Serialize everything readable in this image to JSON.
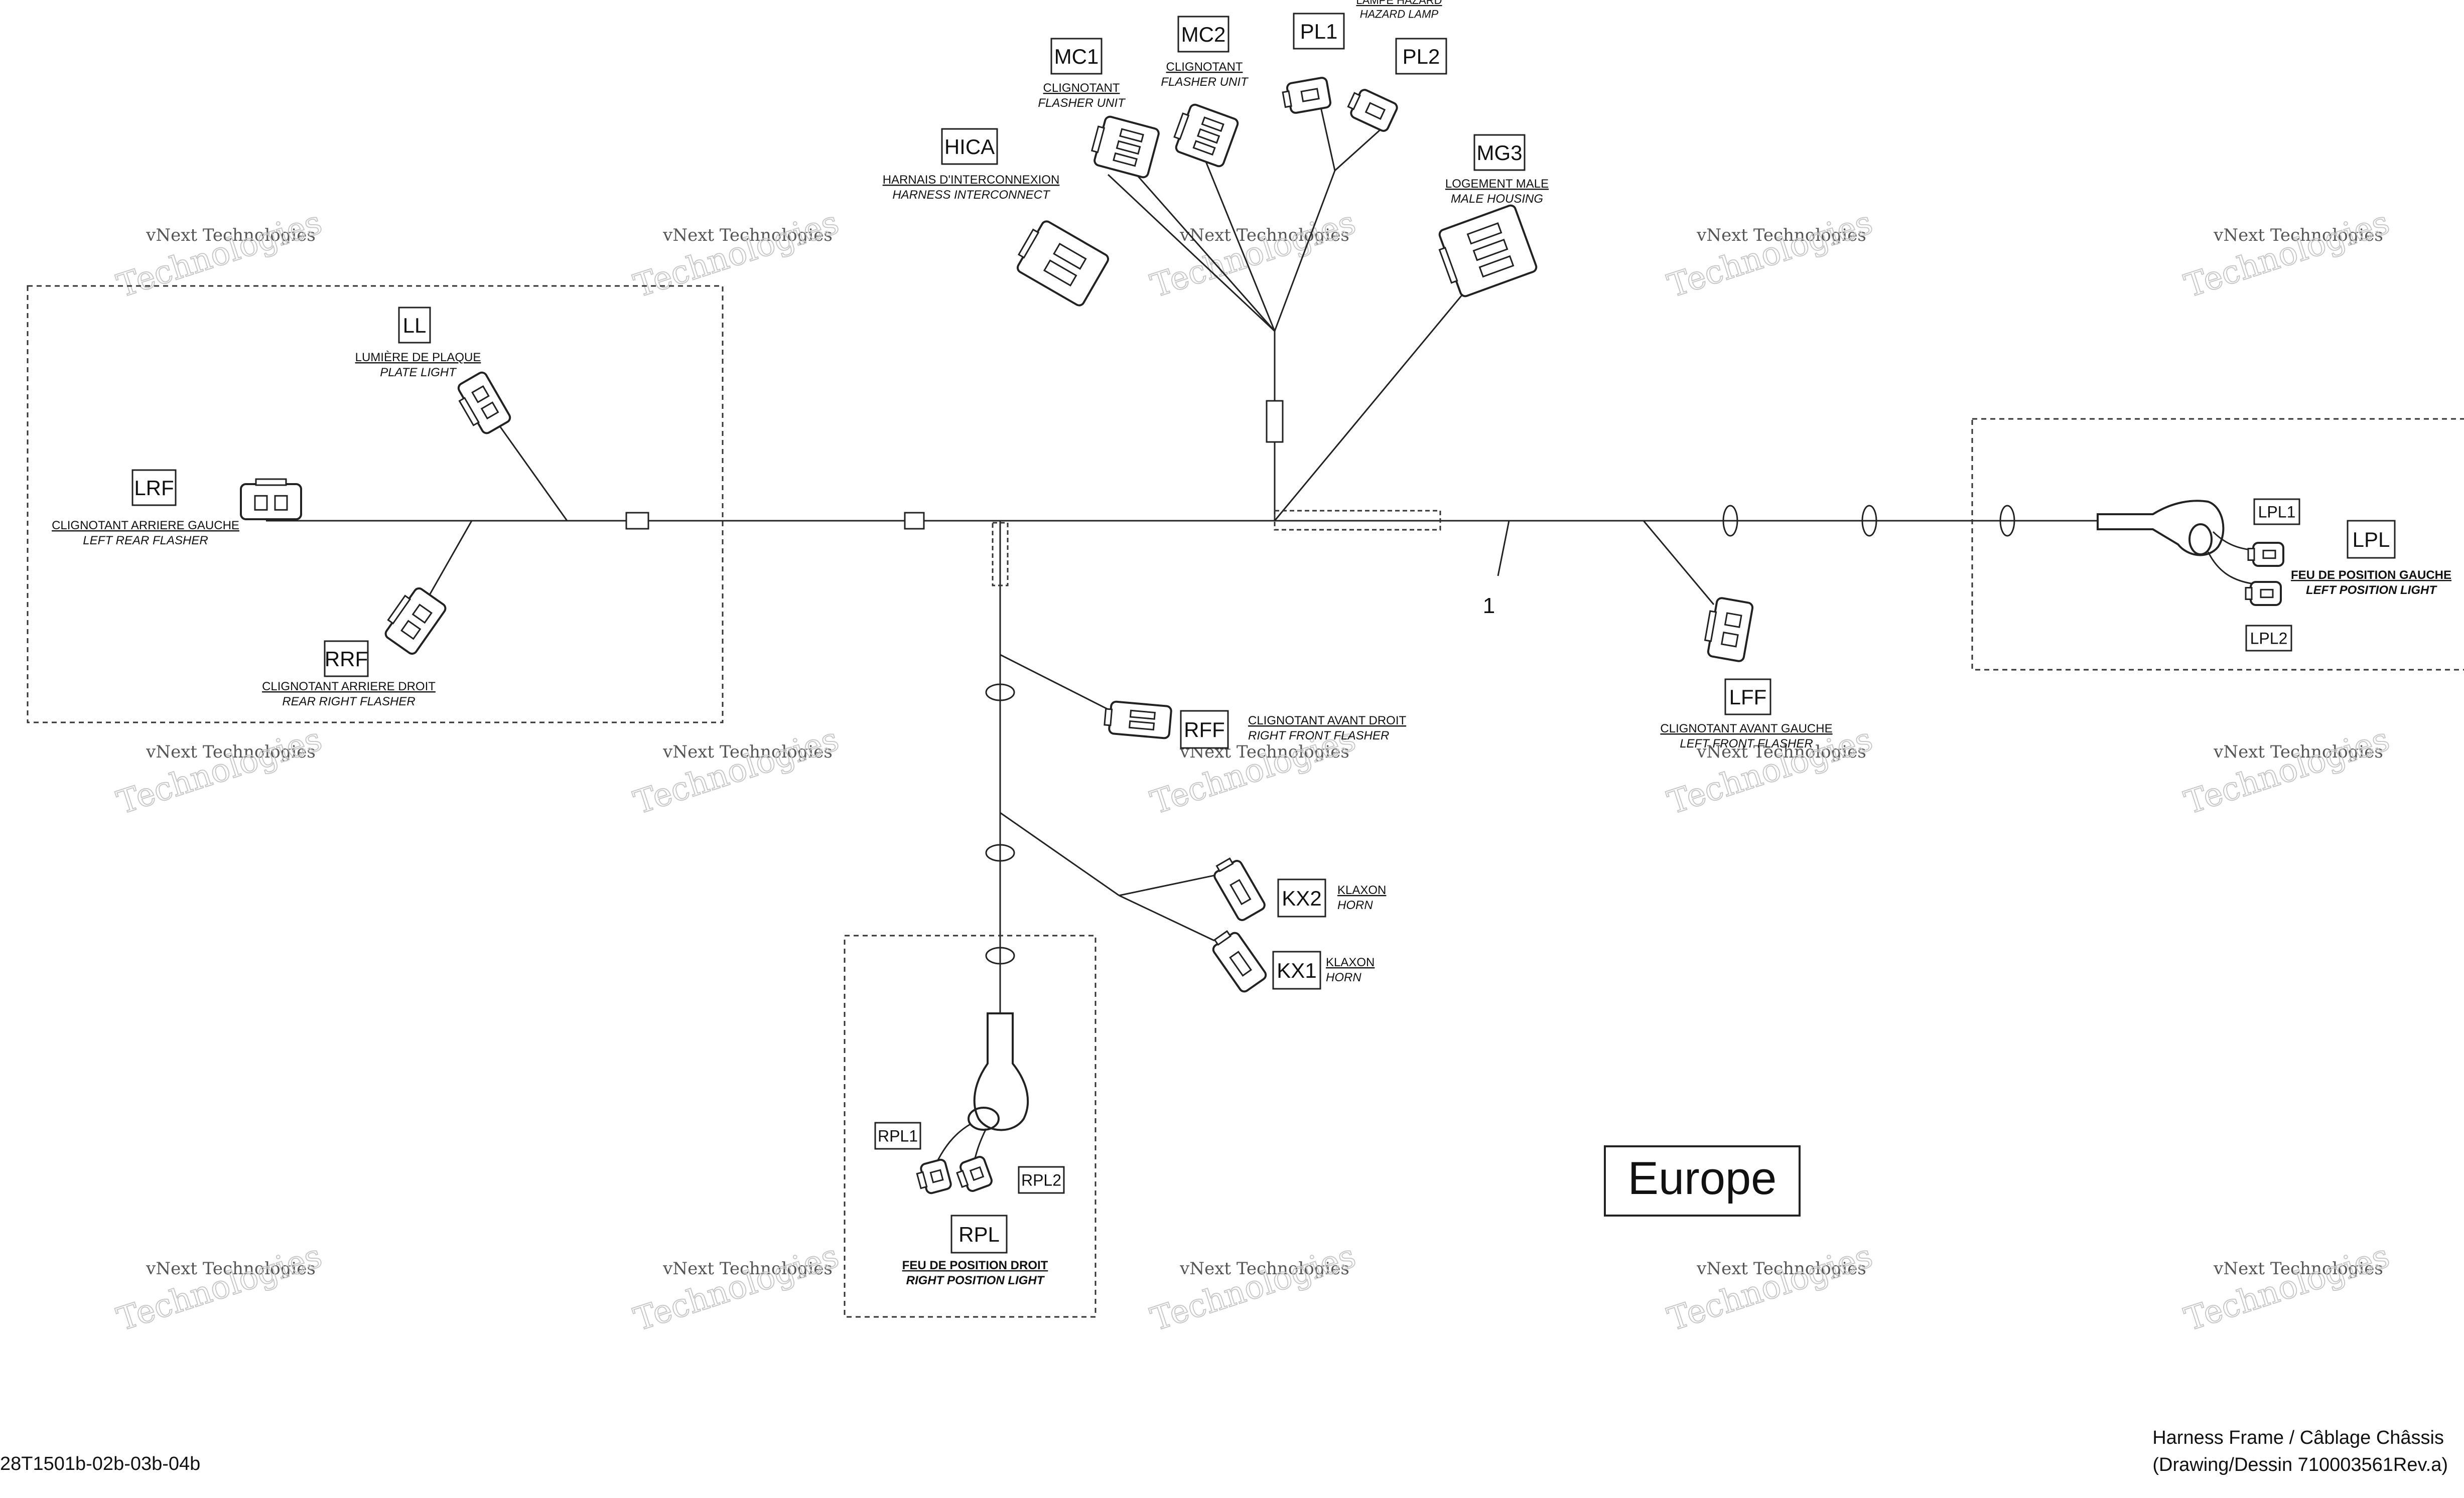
{
  "connectors": {
    "MC1": {
      "code": "MC1",
      "fr": "CLIGNOTANT",
      "en": "FLASHER UNIT"
    },
    "MC2": {
      "code": "MC2",
      "fr": "CLIGNOTANT",
      "en": "FLASHER UNIT"
    },
    "PL1": {
      "code": "PL1",
      "fr": "LAMPE HAZARD",
      "en": "HAZARD LAMP"
    },
    "PL2": {
      "code": "PL2"
    },
    "HICA": {
      "code": "HICA",
      "fr": "HARNAIS D'INTERCONNEXION",
      "en": "HARNESS INTERCONNECT"
    },
    "MG3": {
      "code": "MG3",
      "fr": "LOGEMENT MALE",
      "en": "MALE HOUSING"
    },
    "LL": {
      "code": "LL",
      "fr": "LUMIÈRE DE PLAQUE",
      "en": "PLATE LIGHT"
    },
    "LRF": {
      "code": "LRF",
      "fr": "CLIGNOTANT ARRIERE GAUCHE",
      "en": "LEFT REAR FLASHER"
    },
    "RRF": {
      "code": "RRF",
      "fr": "CLIGNOTANT ARRIERE DROIT",
      "en": "REAR RIGHT FLASHER"
    },
    "RFF": {
      "code": "RFF",
      "fr": "CLIGNOTANT AVANT DROIT",
      "en": "RIGHT FRONT FLASHER"
    },
    "LFF": {
      "code": "LFF",
      "fr": "CLIGNOTANT AVANT GAUCHE",
      "en": "LEFT FRONT FLASHER"
    },
    "LPL": {
      "code": "LPL",
      "fr": "FEU DE POSITION GAUCHE",
      "en": "LEFT POSITION LIGHT"
    },
    "LPL1": {
      "code": "LPL1"
    },
    "LPL2": {
      "code": "LPL2"
    },
    "KX2": {
      "code": "KX2",
      "fr": "KLAXON",
      "en": "HORN"
    },
    "KX1": {
      "code": "KX1",
      "fr": "KLAXON",
      "en": "HORN"
    },
    "RPL": {
      "code": "RPL",
      "fr": "FEU DE POSITION DROIT",
      "en": "RIGHT POSITION LIGHT"
    },
    "RPL1": {
      "code": "RPL1"
    },
    "RPL2": {
      "code": "RPL2"
    }
  },
  "callout_1": "1",
  "region": "Europe",
  "footer": {
    "ref": "28T1501b-02b-03b-04b",
    "title": "Harness Frame / Câblage Châssis",
    "drawing": "(Drawing/Dessin 710003561Rev.a)"
  },
  "watermark": {
    "line1": "vNext Technologies",
    "line2": "Technologies"
  }
}
